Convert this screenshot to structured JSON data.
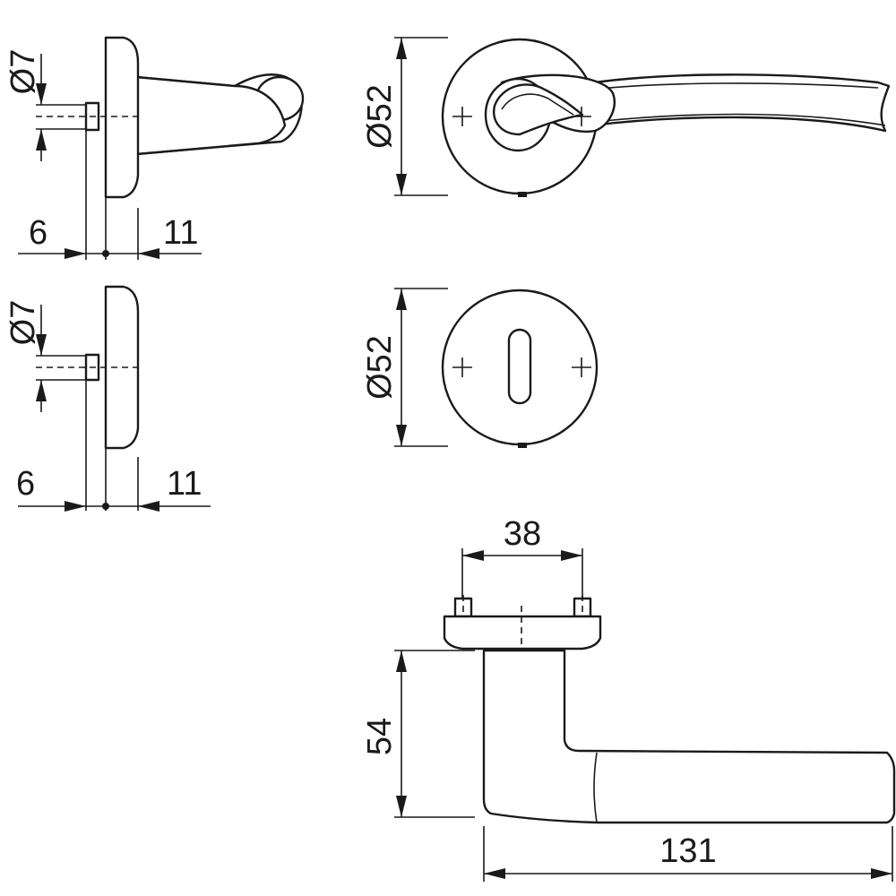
{
  "views": {
    "side_lever": {
      "dim_dia": "Ø7",
      "dim_left": "6",
      "dim_right": "11"
    },
    "side_escutcheon": {
      "dim_dia": "Ø7",
      "dim_left": "6",
      "dim_right": "11"
    },
    "front_rose": {
      "dim_dia": "Ø52"
    },
    "front_escutcheon": {
      "dim_dia": "Ø52"
    },
    "top_lever": {
      "dim_spacing": "38",
      "dim_height": "54",
      "dim_length": "131"
    }
  },
  "colors": {
    "line": "#1a1a1a",
    "background": "#ffffff"
  }
}
